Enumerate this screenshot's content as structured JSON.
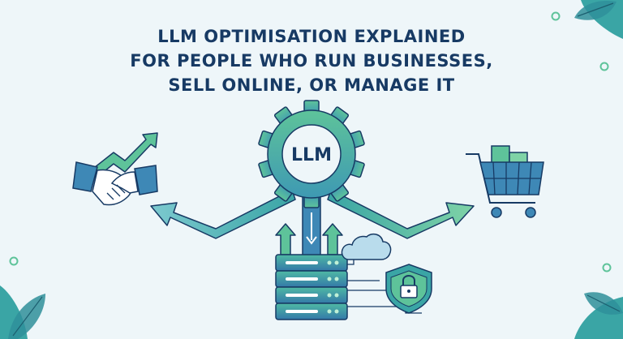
{
  "title": {
    "line1": "LLM OPTIMISATION EXPLAINED",
    "line2": "FOR PEOPLE WHO RUN BUSINESSES,",
    "line3": "SELL ONLINE, OR MANAGE IT"
  },
  "gear": {
    "label": "LLM"
  },
  "icons": [
    "handshake-icon",
    "growth-arrow-icon",
    "gear-icon",
    "shopping-cart-icon",
    "server-icon",
    "cloud-icon",
    "shield-lock-icon",
    "leaf-icon"
  ],
  "colors": {
    "background": "#eef6f9",
    "navy": "#173a64",
    "teal": "#3aa5a5",
    "green": "#5ec39a",
    "blue": "#3e88b6",
    "light_blue": "#b9dcec"
  }
}
